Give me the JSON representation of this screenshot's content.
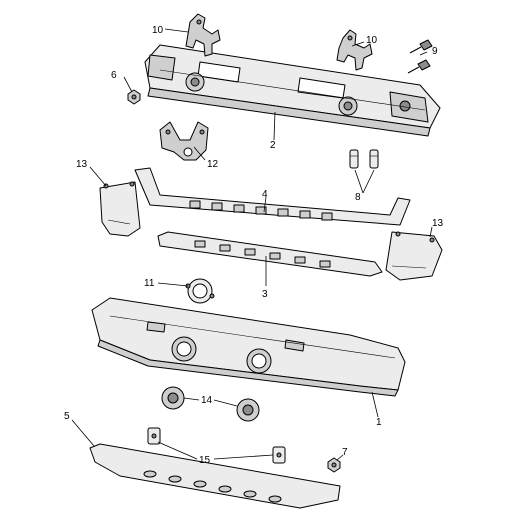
{
  "diagram": {
    "callouts": {
      "c1": "1",
      "c2": "2",
      "c3": "3",
      "c4": "4",
      "c5": "5",
      "c6": "6",
      "c7": "7",
      "c8": "8",
      "c9": "9",
      "c10a": "10",
      "c10b": "10",
      "c11": "11",
      "c12": "12",
      "c13a": "13",
      "c13b": "13",
      "c14": "14",
      "c15": "15"
    }
  }
}
